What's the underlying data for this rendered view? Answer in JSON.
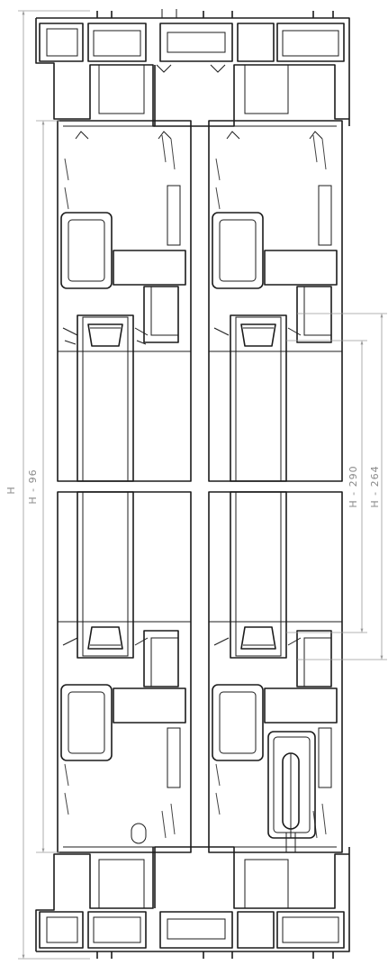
{
  "dimensions": {
    "total_height": "H",
    "sash_height": "H - 96",
    "glazing_height_1": "H - 290",
    "glazing_height_2": "H - 264"
  }
}
